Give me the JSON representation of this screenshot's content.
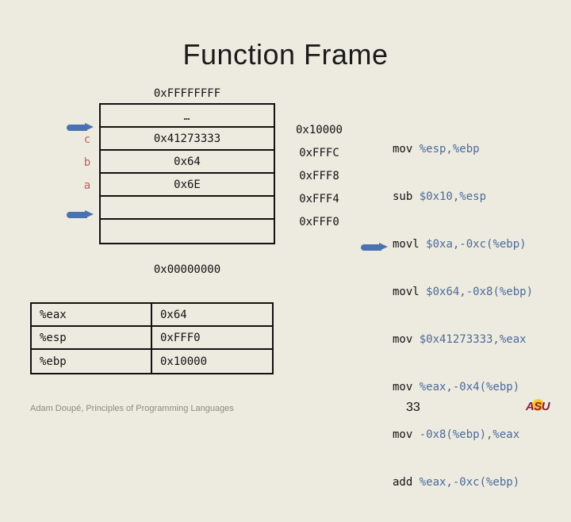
{
  "title": "Function Frame",
  "memory": {
    "top_address": "0xFFFFFFFF",
    "bottom_address": "0x00000000",
    "rows": [
      {
        "value": "…"
      },
      {
        "value": "0x41273333"
      },
      {
        "value": "0x64"
      },
      {
        "value": "0x6E"
      },
      {
        "value": ""
      },
      {
        "value": ""
      }
    ],
    "variables": [
      {
        "name": "c"
      },
      {
        "name": "b"
      },
      {
        "name": "a"
      }
    ],
    "addresses": [
      "0x10000",
      "0xFFFC",
      "0xFFF8",
      "0xFFF4",
      "0xFFF0"
    ]
  },
  "assembly": {
    "lines": [
      {
        "mnemonic": "mov ",
        "operands": "%esp,%ebp"
      },
      {
        "mnemonic": "sub ",
        "operands": "$0x10,%esp"
      },
      {
        "mnemonic": "movl ",
        "operands": "$0xa,-0xc(%ebp)"
      },
      {
        "mnemonic": "movl ",
        "operands": "$0x64,-0x8(%ebp)"
      },
      {
        "mnemonic": "mov ",
        "operands": "$0x41273333,%eax"
      },
      {
        "mnemonic": "mov ",
        "operands": "%eax,-0x4(%ebp)"
      },
      {
        "mnemonic": "mov ",
        "operands": "-0x8(%ebp),%eax"
      },
      {
        "mnemonic": "add ",
        "operands": "%eax,-0xc(%ebp)"
      }
    ]
  },
  "registers": {
    "rows": [
      {
        "name": "%eax",
        "value": "0x64"
      },
      {
        "name": "%esp",
        "value": "0xFFF0"
      },
      {
        "name": "%ebp",
        "value": "0x10000"
      }
    ]
  },
  "footer": {
    "credit": "Adam Doupé, Principles of Programming Languages",
    "page_number": "33",
    "logo_text": "ASU"
  },
  "colors": {
    "background": "#edebe0",
    "text": "#111111",
    "variable_label": "#c0605a",
    "operand_blue": "#4a6a9a",
    "arrow_blue": "#4a72b0",
    "asu_maroon": "#8c1d40",
    "asu_gold": "#ffc627"
  }
}
